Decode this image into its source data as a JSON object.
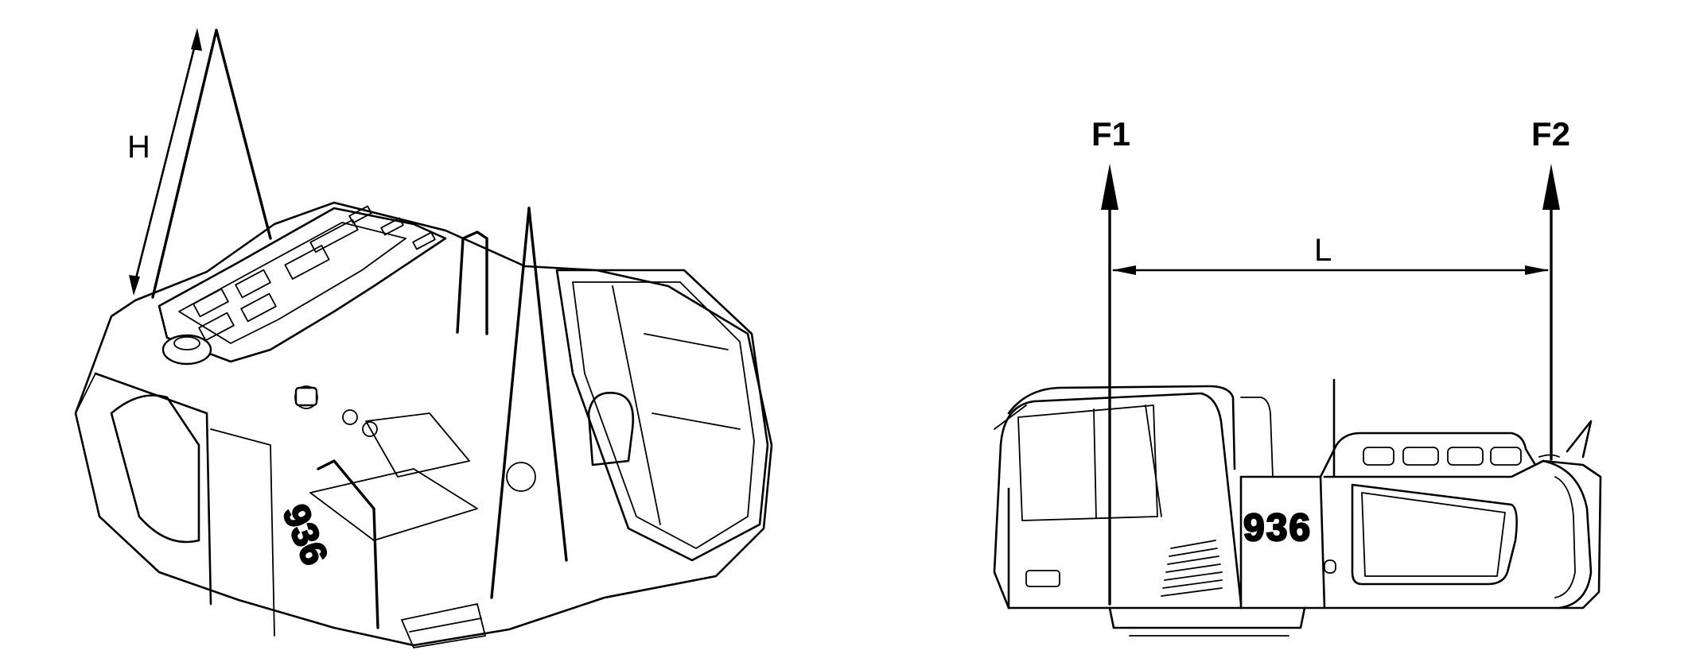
{
  "labels": {
    "hoist_height": "H",
    "force_front": "F1",
    "force_rear": "F2",
    "span_length": "L"
  },
  "badges": {
    "left_model": "936",
    "right_model": "936"
  }
}
